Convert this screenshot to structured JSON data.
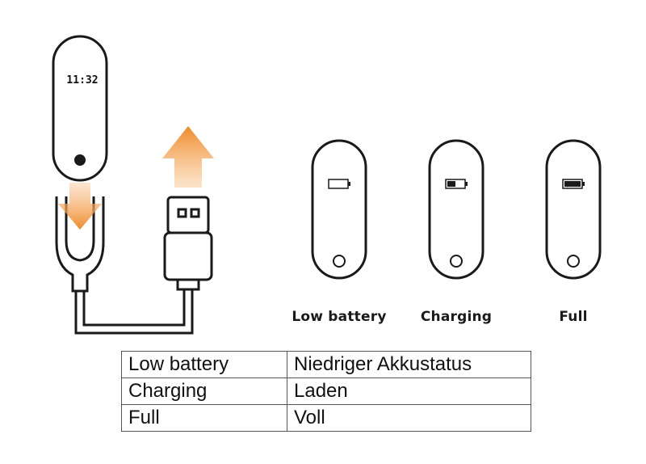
{
  "device_clock": "11:32",
  "battery_states": [
    {
      "label": "Low battery",
      "level": 0
    },
    {
      "label": "Charging",
      "level": 0.5
    },
    {
      "label": "Full",
      "level": 1
    }
  ],
  "legend_table": {
    "rows": [
      {
        "english": "Low battery",
        "german": "Niedriger Akkustatus"
      },
      {
        "english": "Charging",
        "german": "Laden"
      },
      {
        "english": "Full",
        "german": "Voll"
      }
    ]
  },
  "colors": {
    "arrow": "#f39a3c",
    "line": "#1a1a1a"
  },
  "icons": [
    "up-arrow-icon",
    "down-arrow-icon",
    "battery-icon"
  ]
}
